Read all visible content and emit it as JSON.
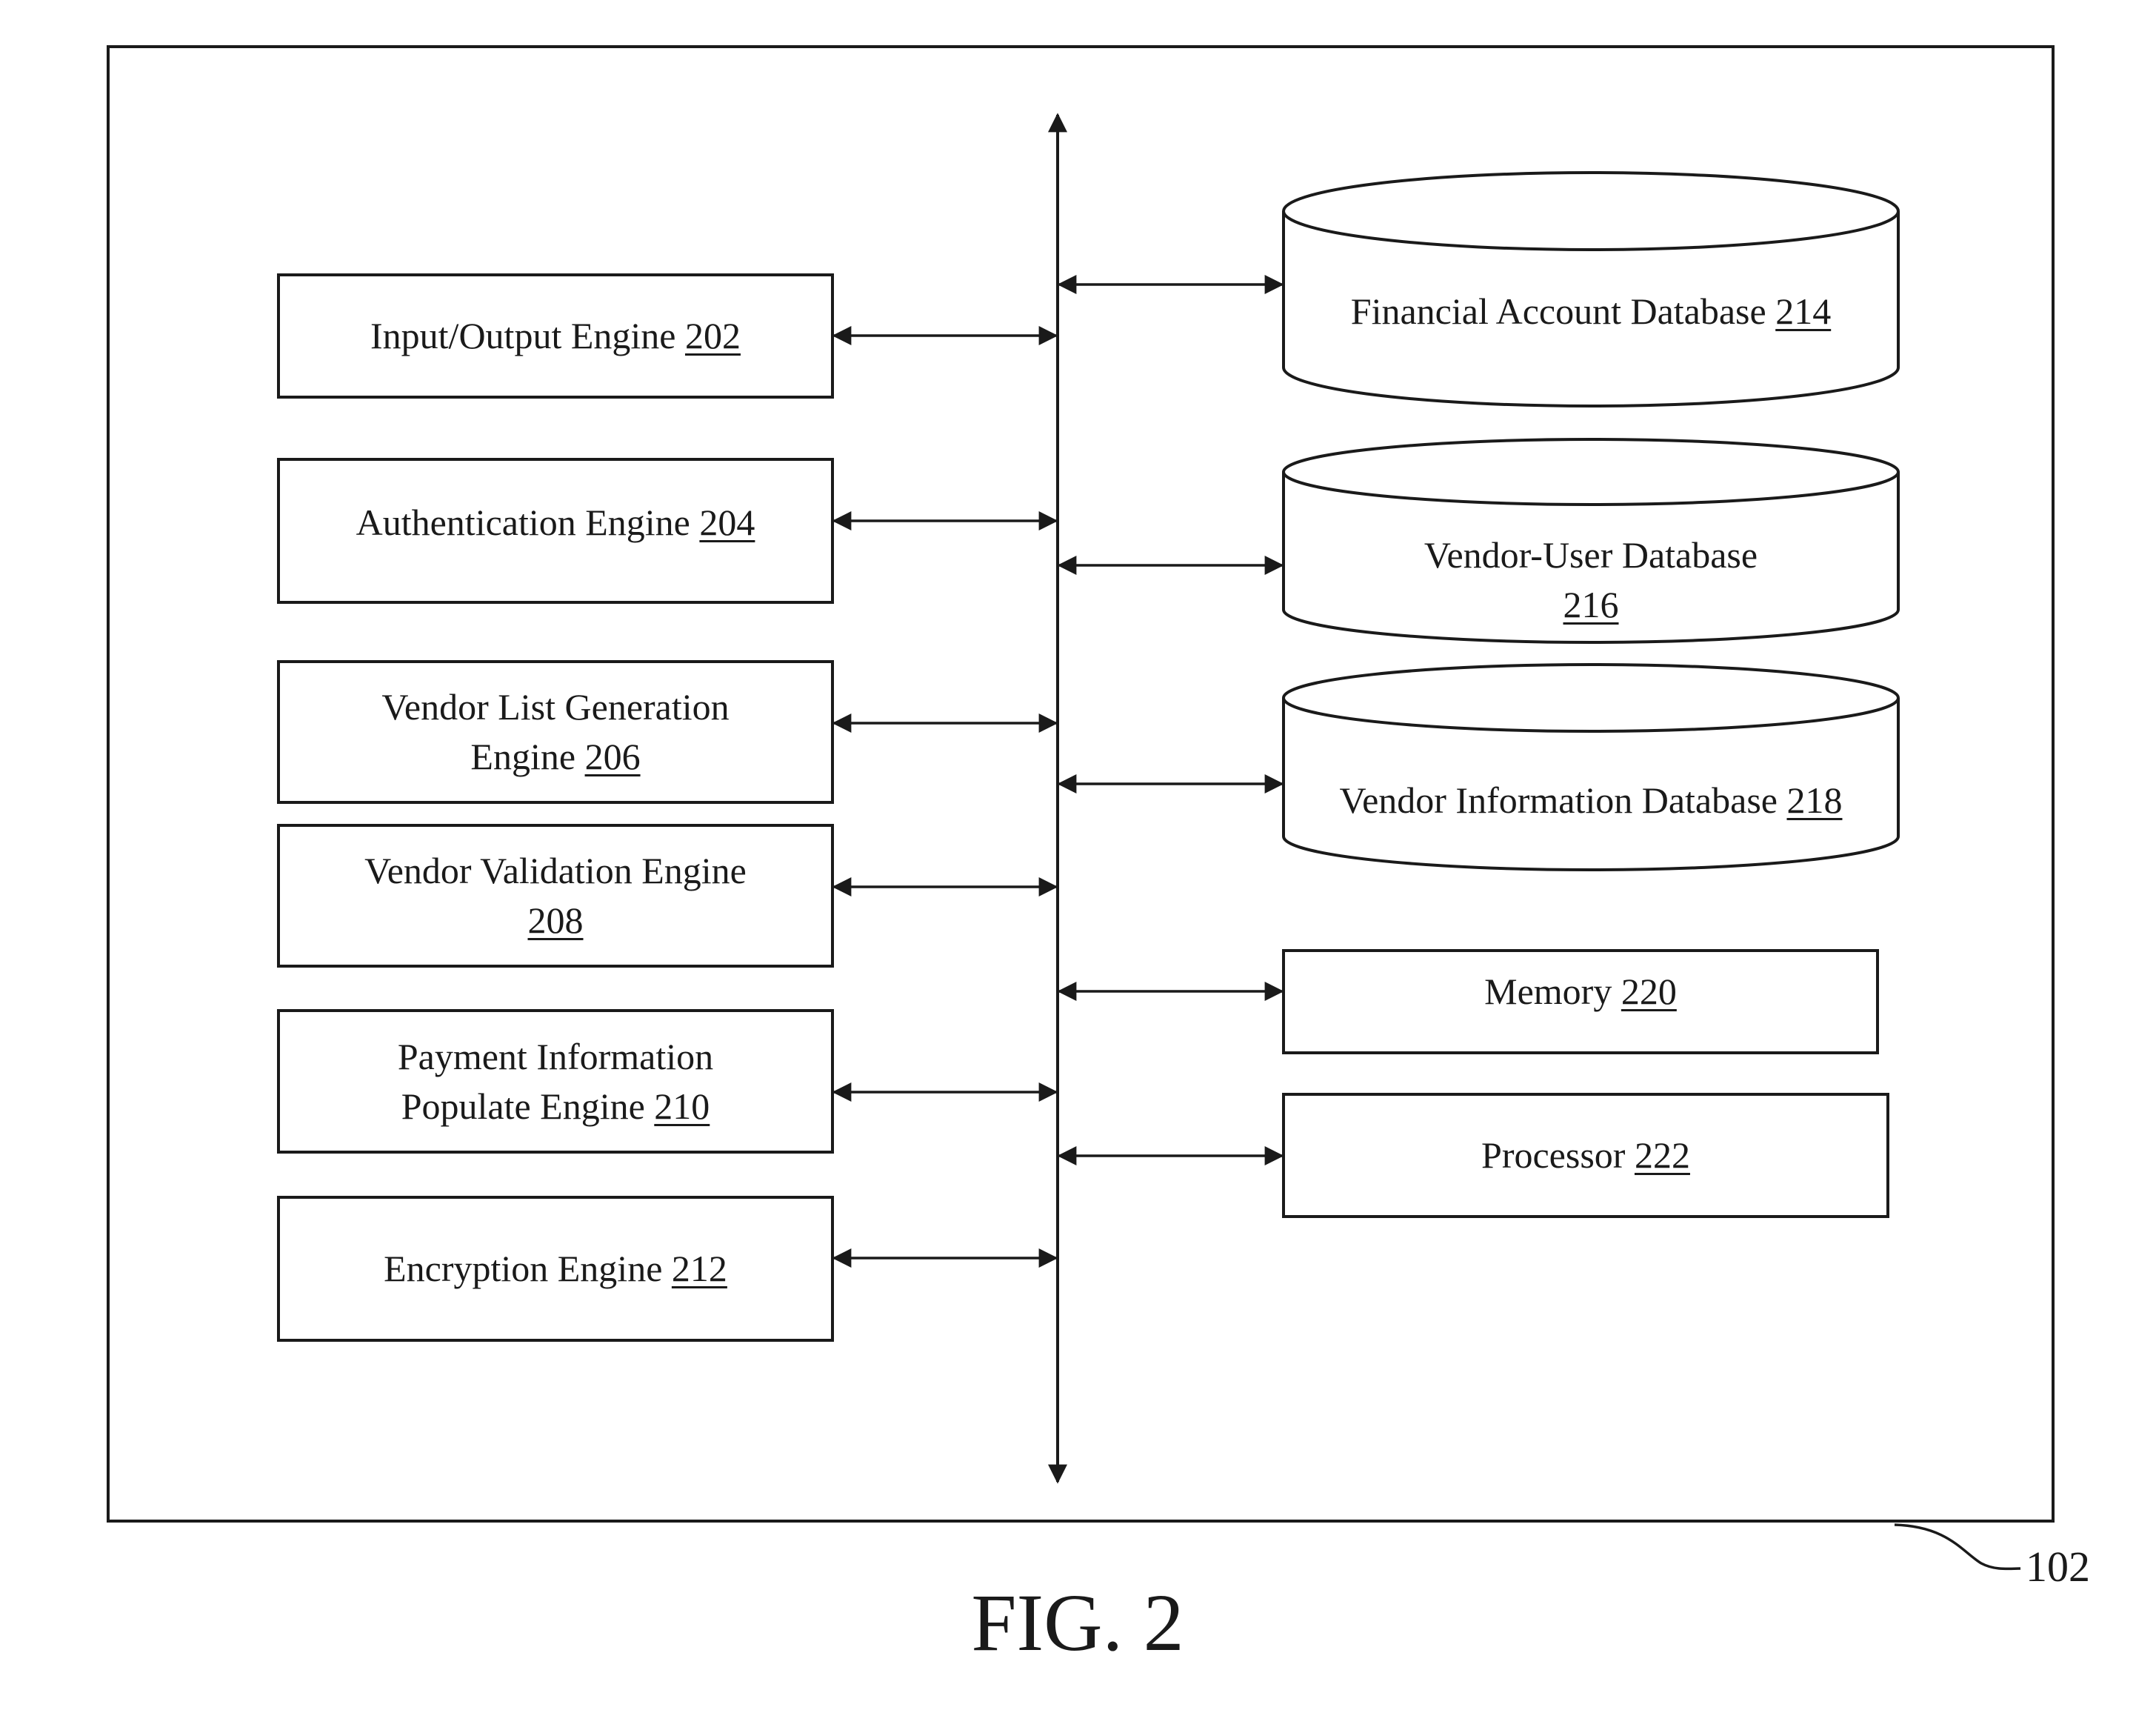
{
  "figure": {
    "caption": "FIG. 2",
    "reference_numeral": "102"
  },
  "engines": [
    {
      "line1": "Input/Output Engine",
      "line2": "",
      "num": "202"
    },
    {
      "line1": "Authentication Engine",
      "line2": "",
      "num": "204"
    },
    {
      "line1": "Vendor List Generation",
      "line2": "Engine",
      "num": "206"
    },
    {
      "line1": "Vendor Validation Engine",
      "line2": "",
      "num": "208"
    },
    {
      "line1": "Payment Information",
      "line2": "Populate Engine",
      "num": "210"
    },
    {
      "line1": "Encryption Engine",
      "line2": "",
      "num": "212"
    }
  ],
  "databases": [
    {
      "line1": "Financial Account Database",
      "line2": "",
      "num": "214"
    },
    {
      "line1": "Vendor-User Database",
      "line2": "",
      "num": "216"
    },
    {
      "line1": "Vendor Information Database",
      "line2": "",
      "num": "218"
    }
  ],
  "components": [
    {
      "line1": "Memory",
      "num": "220"
    },
    {
      "line1": "Processor",
      "num": "222"
    }
  ]
}
